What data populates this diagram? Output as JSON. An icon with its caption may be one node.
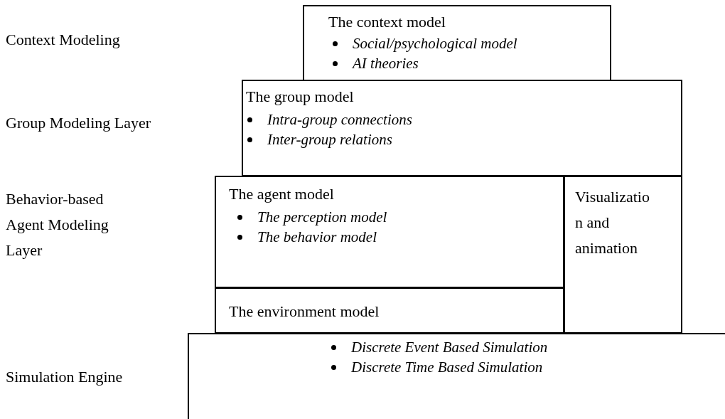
{
  "diagram": {
    "nodes": [
      {
        "text": [
          "The context model",
          "Social/psychological model",
          "AI theories"
        ]
      },
      {
        "text": [
          "The group model",
          "Intra-group connections",
          "Inter-group relations"
        ]
      },
      {
        "text": [
          "The agent model",
          "The perception model",
          "The behavior model"
        ]
      },
      {
        "text": [
          "The environment model"
        ]
      },
      {
        "text": [
          "Visualizatio n and animation"
        ]
      },
      {
        "text": [
          "Discrete Event Based Simulation",
          "Discrete Time Based Simulation"
        ]
      }
    ],
    "labels": [
      "Context Modeling",
      "Group Modeling Layer",
      "Behavior-based Agent Modeling Layer",
      "Simulation Engine"
    ]
  }
}
